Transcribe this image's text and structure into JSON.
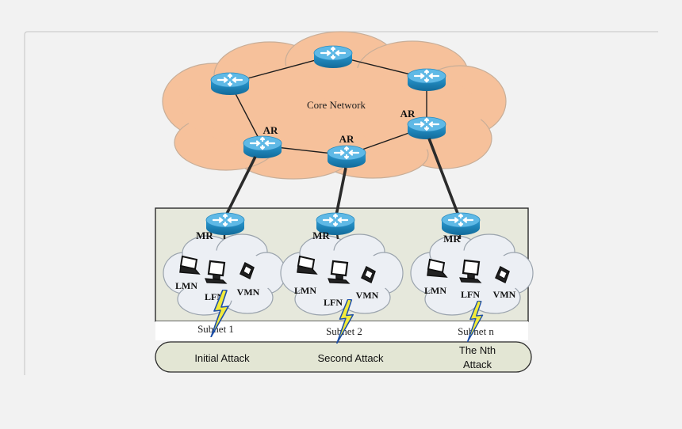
{
  "core": {
    "label": "Core Network"
  },
  "access_router_label": "AR",
  "mobile_router_label": "MR",
  "subnets": [
    {
      "name": "Subnet 1",
      "attack": "Initial Attack",
      "nodes": [
        "LMN",
        "LFN",
        "VMN"
      ]
    },
    {
      "name": "Subnet 2",
      "attack": "Second Attack",
      "nodes": [
        "LMN",
        "LFN",
        "VMN"
      ]
    },
    {
      "name": "Subnet n",
      "attack_lines": [
        "The Nth",
        "Attack"
      ],
      "nodes": [
        "LMN",
        "LFN",
        "VMN"
      ]
    }
  ],
  "colors": {
    "core_cloud": "#f6c19b",
    "subnet_panel": "#e6e8dc",
    "subnet_cloud": "#eceff4",
    "attack_bar": "#e3e6d4",
    "router": "#1f8fc7",
    "router_top": "#5fb9e6",
    "link": "#2b2b2b",
    "lightning": "#f2ea3a"
  }
}
